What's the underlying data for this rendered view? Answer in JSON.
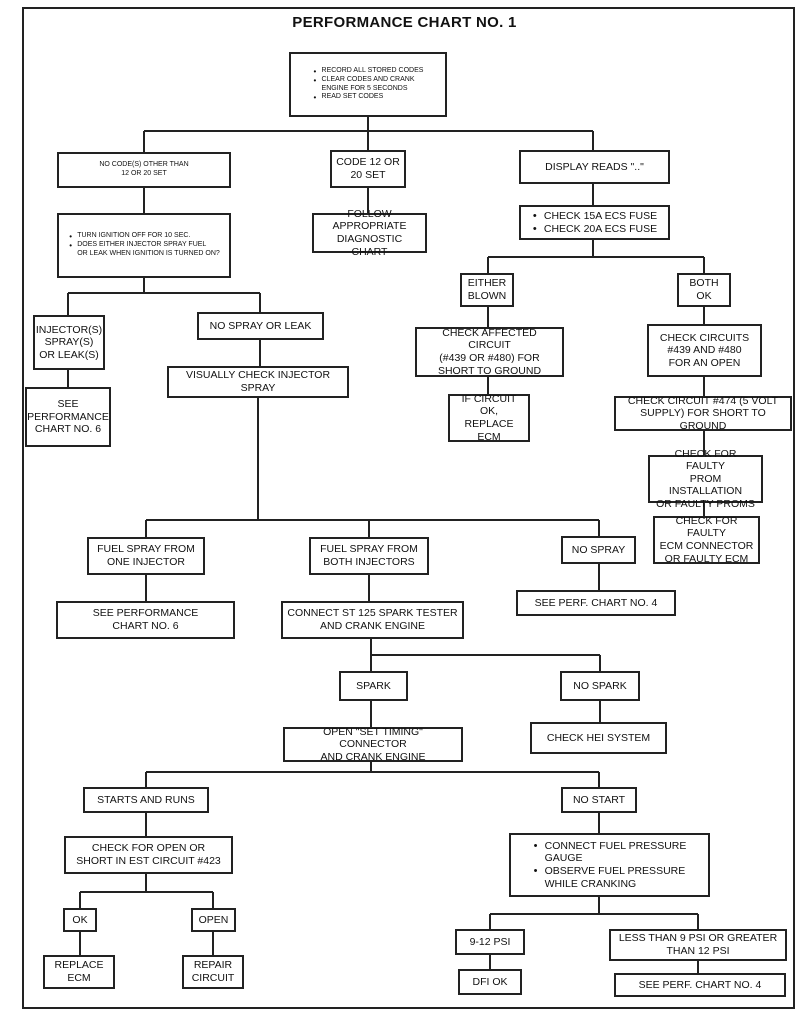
{
  "title": "PERFORMANCE CHART NO. 1",
  "nodes": {
    "record": [
      "RECORD ALL STORED CODES",
      "CLEAR CODES AND CRANK\nENGINE FOR 5 SECONDS",
      "READ SET CODES"
    ],
    "no_codes": "NO CODE(S) OTHER THAN\n12 OR 20 SET",
    "code12": "CODE 12 OR\n20 SET",
    "display": "DISPLAY READS \"..\"",
    "turn_ign": [
      "TURN IGNITION OFF FOR 10 SEC.",
      "DOES EITHER INJECTOR SPRAY FUEL\nOR LEAK WHEN IGNITION IS TURNED ON?"
    ],
    "follow": "FOLLOW APPROPRIATE\nDIAGNOSTIC CHART",
    "check_fuse": [
      "CHECK 15A ECS FUSE",
      "CHECK 20A ECS FUSE"
    ],
    "either": "EITHER\nBLOWN",
    "both": "BOTH\nOK",
    "inj_spray": "INJECTOR(S)\nSPRAY(S)\nOR LEAK(S)",
    "no_spray_leak": "NO SPRAY OR LEAK",
    "check_aff": "CHECK AFFECTED CIRCUIT\n(#439 OR #480) FOR\nSHORT TO GROUND",
    "check_open": "CHECK CIRCUITS\n#439 AND #480\nFOR AN OPEN",
    "see_pc6a": "SEE\nPERFORMANCE\nCHART NO. 6",
    "visually": "VISUALLY CHECK INJECTOR SPRAY",
    "if_ok": "IF CIRCUIT OK,\nREPLACE ECM",
    "check474": "CHECK CIRCUIT #474 (5 VOLT\nSUPPLY) FOR SHORT TO GROUND",
    "prom": "CHECK FOR FAULTY\nPROM INSTALLATION\nOR FAULTY PROMS",
    "ecm_conn": "CHECK FOR FAULTY\nECM CONNECTOR\nOR FAULTY ECM",
    "fuel_one": "FUEL SPRAY FROM\nONE INJECTOR",
    "fuel_both": "FUEL SPRAY FROM\nBOTH INJECTORS",
    "no_spray": "NO SPRAY",
    "see_pc6b": "SEE PERFORMANCE\nCHART NO. 6",
    "connect_st": "CONNECT ST 125 SPARK TESTER\nAND CRANK ENGINE",
    "see_pc4a": "SEE PERF. CHART NO. 4",
    "spark": "SPARK",
    "no_spark": "NO SPARK",
    "open_set": "OPEN \"SET TIMING\" CONNECTOR\nAND CRANK ENGINE",
    "check_hei": "CHECK HEI SYSTEM",
    "starts": "STARTS AND RUNS",
    "no_start": "NO START",
    "check_est": "CHECK FOR OPEN OR\nSHORT IN EST CIRCUIT #423",
    "connect_fuel": [
      "CONNECT FUEL PRESSURE\nGAUGE",
      "OBSERVE FUEL PRESSURE\nWHILE CRANKING"
    ],
    "ok": "OK",
    "open": "OPEN",
    "psi912": "9-12 PSI",
    "less9": "LESS THAN 9 PSI OR GREATER\nTHAN 12 PSI",
    "replace": "REPLACE\nECM",
    "repair": "REPAIR\nCIRCUIT",
    "dfi_ok": "DFI OK",
    "see_pc4b": "SEE PERF. CHART NO. 4"
  }
}
